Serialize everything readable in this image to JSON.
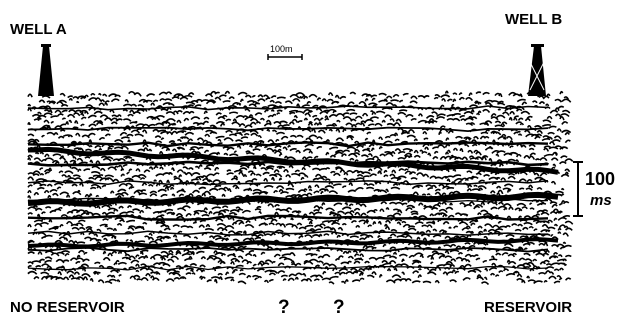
{
  "labels": {
    "well_a": "WELL A",
    "well_b": "WELL B",
    "scale": "100m",
    "time_scale_value": "100",
    "time_scale_unit": "ms",
    "left_bottom": "NO RESERVOIR",
    "right_bottom": "RESERVOIR",
    "unknown_1": "?",
    "unknown_2": "?"
  },
  "colors": {
    "ink": "#000000",
    "paper": "#ffffff"
  }
}
